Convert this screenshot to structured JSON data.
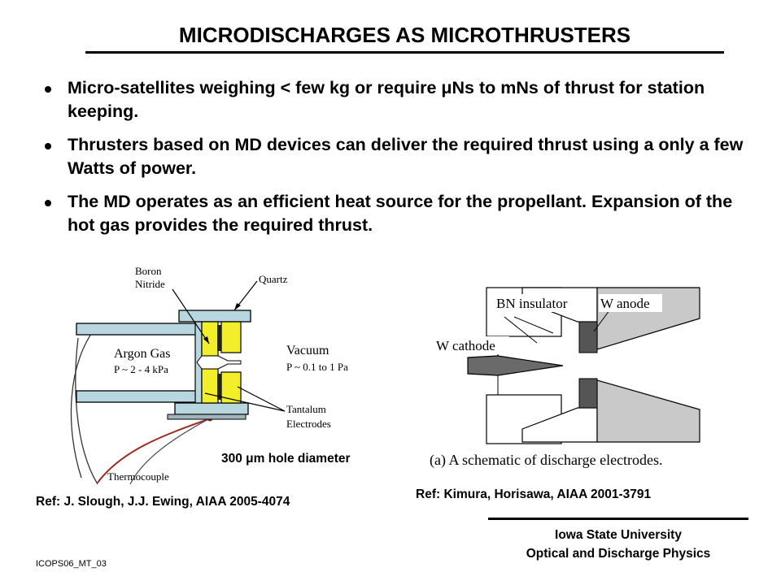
{
  "title": "MICRODISCHARGES AS MICROTHRUSTERS",
  "bullets": [
    "Micro-satellites weighing  < few kg or require μNs to mNs of thrust for station keeping.",
    "Thrusters based on MD devices can deliver the required thrust using a only a few Watts of power.",
    "The MD operates as an efficient heat source for the propellant. Expansion of the hot gas provides the required thrust."
  ],
  "left_figure": {
    "labels": {
      "boron": "Boron",
      "nitride": "Nitride",
      "quartz": "Quartz",
      "argon_gas": "Argon Gas",
      "argon_pressure": "P ~ 2 - 4 kPa",
      "vacuum": "Vacuum",
      "vacuum_pressure": "P ~ 0.1 to 1 Pa",
      "tantalum": "Tantalum",
      "electrodes": "Electrodes",
      "thermocouple": "Thermocouple"
    },
    "caption": "300 μm hole diameter",
    "reference": "Ref: J. Slough, J.J. Ewing, AIAA 2005-4074"
  },
  "right_figure": {
    "labels": {
      "bn_insulator": "BN insulator",
      "w_anode": "W anode",
      "w_cathode": "W cathode"
    },
    "caption": "(a) A schematic of discharge electrodes.",
    "reference": "Ref: Kimura, Horisawa, AIAA 2001-3791"
  },
  "footer": {
    "university": "Iowa State University",
    "lab": "Optical and Discharge Physics",
    "code": "ICOPS06_MT_03"
  },
  "colors": {
    "electrode_yellow": "#f2ee2a",
    "insulator_blue": "#b8d6e0",
    "thermocouple_red": "#b03a2e"
  }
}
